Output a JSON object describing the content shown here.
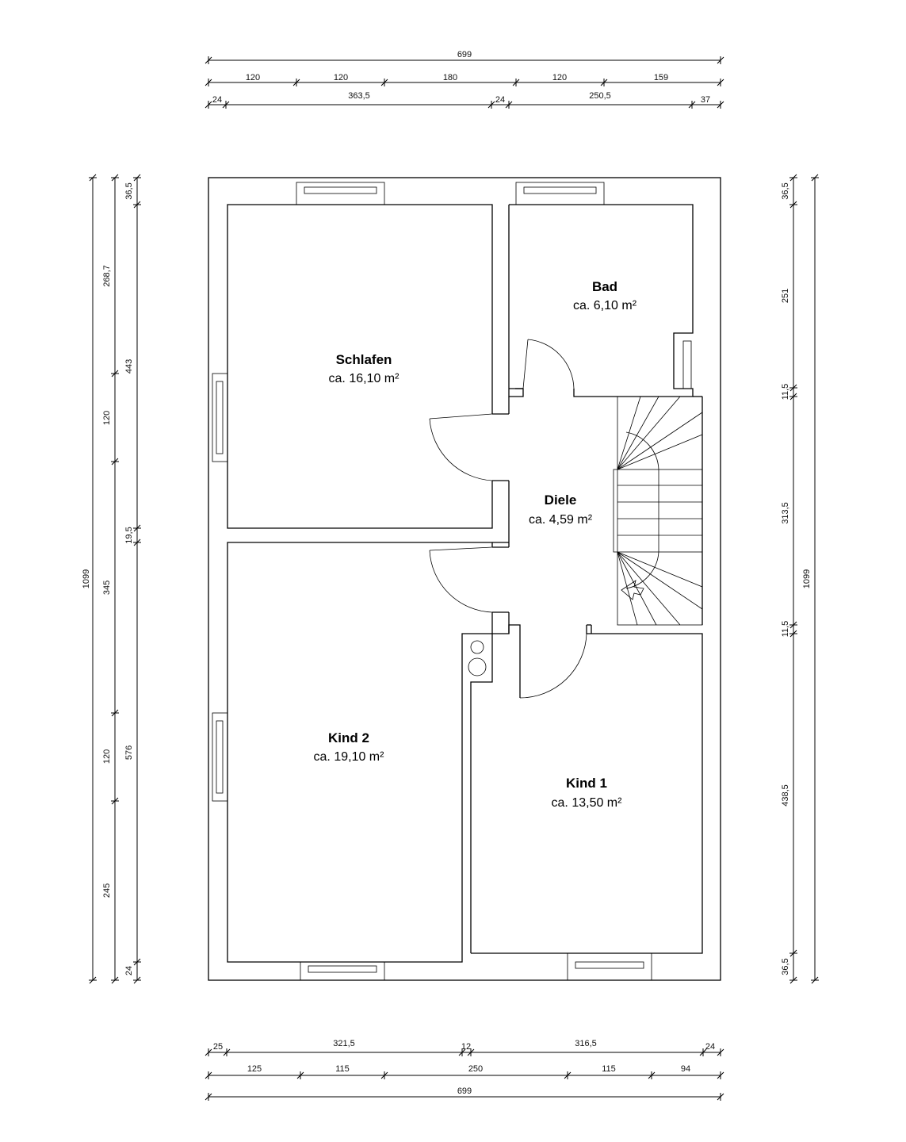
{
  "dimensions": {
    "top_total": "699",
    "top_row2": [
      "120",
      "120",
      "180",
      "120",
      "159"
    ],
    "top_row3": [
      "24",
      "363,5",
      "24",
      "250,5",
      "37"
    ],
    "bottom_row1": [
      "25",
      "321,5",
      "12",
      "316,5",
      "24"
    ],
    "bottom_row2": [
      "125",
      "115",
      "250",
      "115",
      "94"
    ],
    "bottom_total": "699",
    "left_total": "1099",
    "left_outer": [
      "268,7",
      "120",
      "345",
      "120",
      "245"
    ],
    "left_inner": [
      "36,5",
      "443",
      "19,5",
      "576",
      "24"
    ],
    "right_inner": [
      "36,5",
      "251",
      "11,5",
      "313,5",
      "11,5",
      "438,5",
      "36,5"
    ],
    "right_total": "1099"
  },
  "rooms": {
    "bad": {
      "name": "Bad",
      "area": "ca. 6,10 m²"
    },
    "schlafen": {
      "name": "Schlafen",
      "area": "ca. 16,10 m²"
    },
    "diele": {
      "name": "Diele",
      "area": "ca. 4,59 m²"
    },
    "kind2": {
      "name": "Kind 2",
      "area": "ca. 19,10 m²"
    },
    "kind1": {
      "name": "Kind 1",
      "area": "ca. 13,50 m²"
    }
  }
}
